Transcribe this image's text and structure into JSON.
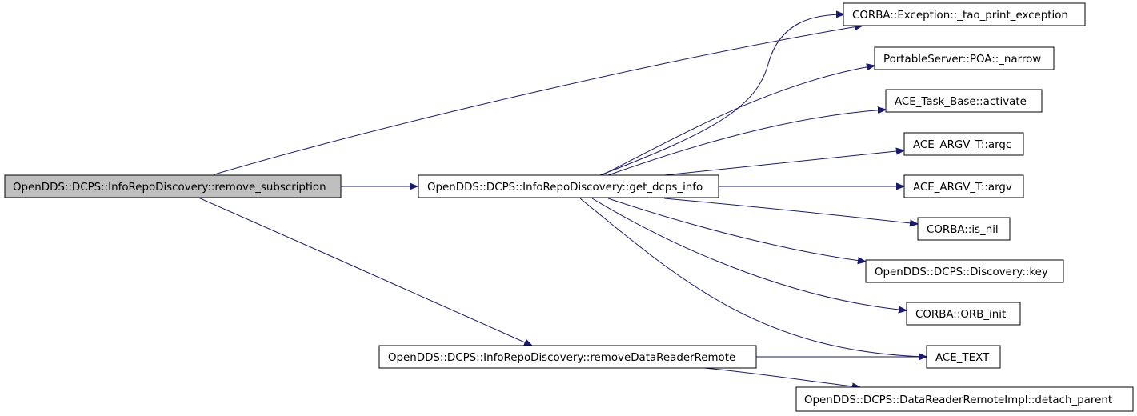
{
  "diagram": {
    "type": "call-graph",
    "root": "OpenDDS::DCPS::InfoRepoDiscovery::remove_subscription",
    "nodes": [
      {
        "id": "remove_subscription",
        "label": "OpenDDS::DCPS::InfoRepoDiscovery::remove_subscription",
        "root": true
      },
      {
        "id": "get_dcps_info",
        "label": "OpenDDS::DCPS::InfoRepoDiscovery::get_dcps_info"
      },
      {
        "id": "removeDataReaderRemote",
        "label": "OpenDDS::DCPS::InfoRepoDiscovery::removeDataReaderRemote"
      },
      {
        "id": "tao_print_exception",
        "label": "CORBA::Exception::_tao_print_exception"
      },
      {
        "id": "poa_narrow",
        "label": "PortableServer::POA::_narrow"
      },
      {
        "id": "task_activate",
        "label": "ACE_Task_Base::activate"
      },
      {
        "id": "argv_argc",
        "label": "ACE_ARGV_T::argc"
      },
      {
        "id": "argv_argv",
        "label": "ACE_ARGV_T::argv"
      },
      {
        "id": "is_nil",
        "label": "CORBA::is_nil"
      },
      {
        "id": "discovery_key",
        "label": "OpenDDS::DCPS::Discovery::key"
      },
      {
        "id": "orb_init",
        "label": "CORBA::ORB_init"
      },
      {
        "id": "ace_text",
        "label": "ACE_TEXT"
      },
      {
        "id": "detach_parent",
        "label": "OpenDDS::DCPS::DataReaderRemoteImpl::detach_parent"
      }
    ],
    "edges": [
      {
        "from": "remove_subscription",
        "to": "tao_print_exception"
      },
      {
        "from": "remove_subscription",
        "to": "get_dcps_info"
      },
      {
        "from": "remove_subscription",
        "to": "removeDataReaderRemote"
      },
      {
        "from": "get_dcps_info",
        "to": "tao_print_exception"
      },
      {
        "from": "get_dcps_info",
        "to": "poa_narrow"
      },
      {
        "from": "get_dcps_info",
        "to": "task_activate"
      },
      {
        "from": "get_dcps_info",
        "to": "argv_argc"
      },
      {
        "from": "get_dcps_info",
        "to": "argv_argv"
      },
      {
        "from": "get_dcps_info",
        "to": "is_nil"
      },
      {
        "from": "get_dcps_info",
        "to": "discovery_key"
      },
      {
        "from": "get_dcps_info",
        "to": "orb_init"
      },
      {
        "from": "get_dcps_info",
        "to": "ace_text"
      },
      {
        "from": "removeDataReaderRemote",
        "to": "ace_text"
      },
      {
        "from": "removeDataReaderRemote",
        "to": "detach_parent"
      }
    ],
    "colors": {
      "edge": "#191970",
      "root_fill": "#bfbfbf",
      "node_fill": "#ffffff",
      "border": "#000000"
    }
  }
}
